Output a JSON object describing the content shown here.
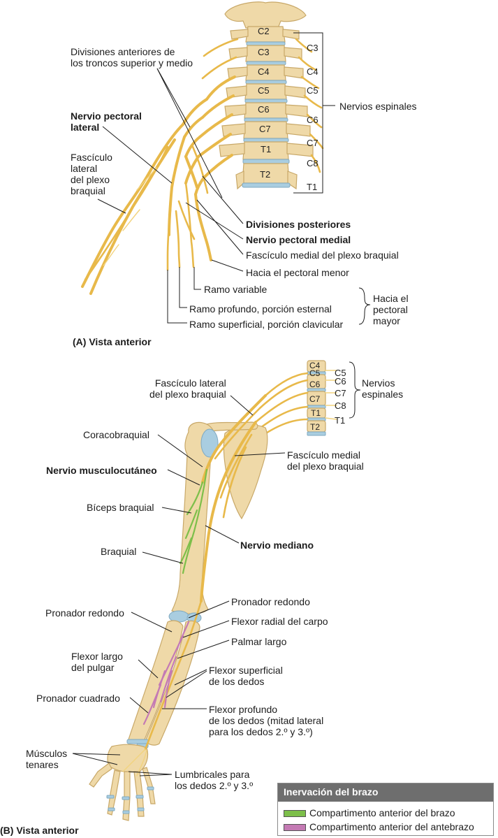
{
  "panel_a": {
    "vertebrae": [
      "C2",
      "C3",
      "C4",
      "C5",
      "C6",
      "C7",
      "T1",
      "T2"
    ],
    "spinal_nerves": [
      "C3",
      "C4",
      "C5",
      "C6",
      "C7",
      "C8",
      "T1"
    ],
    "labels": {
      "anterior_divisions": "Divisiones anteriores de\nlos troncos superior y medio",
      "lateral_pectoral": "Nervio pectoral\nlateral",
      "lateral_cord": "Fascículo\nlateral\ndel plexo\nbraquial",
      "spinal_nerves": "Nervios espinales",
      "posterior_divisions": "Divisiones posteriores",
      "medial_pectoral": "Nervio pectoral medial",
      "medial_cord": "Fascículo medial del plexo braquial",
      "to_pectoralis_minor": "Hacia el pectoral menor",
      "variable_branch": "Ramo variable",
      "deep_branch": "Ramo profundo, porción esternal",
      "superficial_branch": "Ramo superficial, porción clavicular",
      "to_pectoralis_major": "Hacia el\npectoral\nmayor"
    },
    "caption": "(A) Vista anterior"
  },
  "panel_b": {
    "vertebrae": [
      "C4",
      "C5",
      "C6",
      "C7",
      "T1",
      "T2"
    ],
    "spinal_nerves": [
      "C5",
      "C6",
      "C7",
      "C8",
      "T1"
    ],
    "labels": {
      "spinal_nerves": "Nervios\nespinales",
      "lateral_cord": "Fascículo lateral\ndel plexo braquial",
      "coracobrachialis": "Coracobraquial",
      "medial_cord": "Fascículo medial\ndel plexo braquial",
      "musculocutaneous": "Nervio musculocutáneo",
      "biceps": "Bíceps braquial",
      "median_nerve": "Nervio mediano",
      "brachialis": "Braquial",
      "pronator_teres_right": "Pronador redondo",
      "pronator_teres_left": "Pronador redondo",
      "flexor_carpi_radialis": "Flexor radial del carpo",
      "palmaris_longus": "Palmar largo",
      "flexor_pollicis_longus": "Flexor largo\ndel pulgar",
      "flexor_superficialis": "Flexor superficial\nde los dedos",
      "pronator_quadratus": "Pronador cuadrado",
      "flexor_profundus": "Flexor profundo\nde los dedos (mitad lateral\npara los dedos 2.º y 3.º)",
      "thenar": "Músculos\ntenares",
      "lumbricals": "Lumbricales para\nlos dedos 2.º y 3.º"
    },
    "caption": "(B) Vista anterior"
  },
  "legend": {
    "title": "Inervación del brazo",
    "items": [
      {
        "label": "Compartimento anterior del brazo",
        "color": "#7dbf4a"
      },
      {
        "label": "Compartimento anterior del antebrazo",
        "color": "#c47ab4"
      }
    ]
  },
  "colors": {
    "bone": "#efd9a8",
    "bone_edge": "#c8a868",
    "nerve": "#e8b94a",
    "disc": "#a9cde0",
    "leader": "#1c1c1c"
  }
}
